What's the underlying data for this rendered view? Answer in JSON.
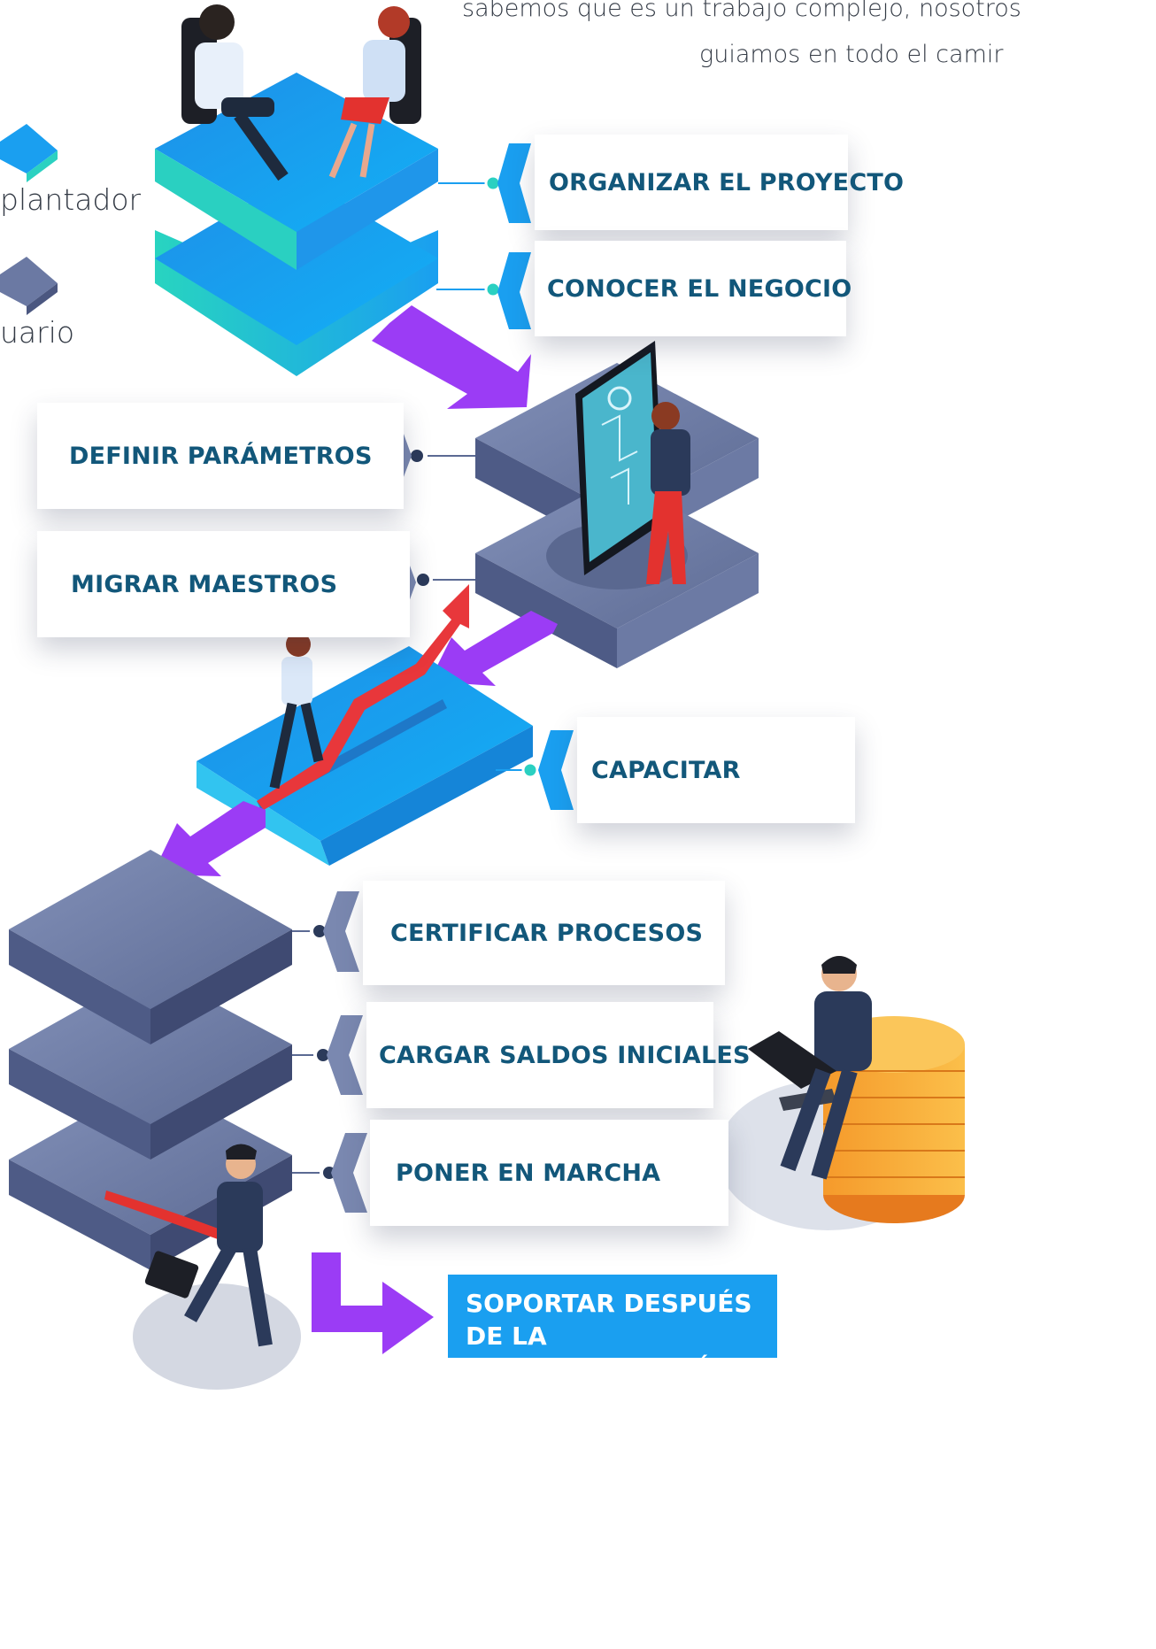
{
  "intro": {
    "line1": "sabemos que es un trabajo complejo, nosotros",
    "line2": "guiamos en todo el camir"
  },
  "legend": {
    "implementer": "plantador",
    "user": "uario"
  },
  "steps": {
    "organizar": "ORGANIZAR EL PROYECTO",
    "conocer": "CONOCER EL NEGOCIO",
    "definir": "DEFINIR PARÁMETROS",
    "migrar": "MIGRAR MAESTROS",
    "capacitar": "CAPACITAR",
    "certificar": "CERTIFICAR PROCESOS",
    "cargar": "CARGAR SALDOS INICIALES",
    "poner": "PONER EN MARCHA"
  },
  "final": {
    "line1": "SOPORTAR DESPUÉS",
    "line2": "DE LA IMPLEMENTEACIÓN"
  },
  "colors": {
    "implementer_platform": "#1a9ff0",
    "user_platform": "#5b6a93",
    "arrow": "#9b3cf5",
    "chevron_blue": "#1a9ff0",
    "chevron_slate": "#7a88b0",
    "text": "#12577a"
  }
}
